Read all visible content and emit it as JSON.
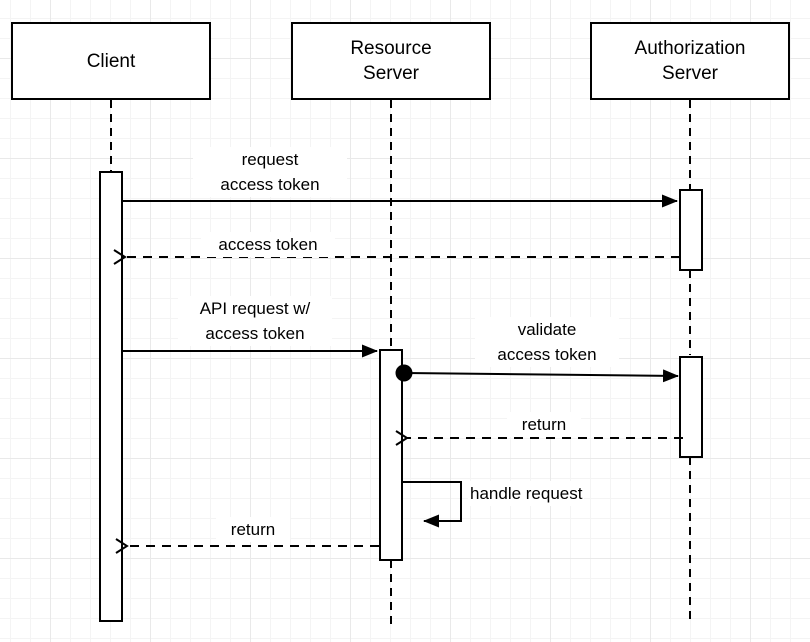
{
  "diagram": {
    "type": "uml-sequence",
    "colors": {
      "stroke": "#000000",
      "shape_fill": "#ffffff",
      "background": "#ffffff",
      "grid_minor": "#f4f4f4",
      "grid_major": "#e9e9e9"
    },
    "actors": [
      {
        "name": "Client",
        "lines": [
          "Client"
        ]
      },
      {
        "name": "Resource Server",
        "lines": [
          "Resource",
          "Server"
        ]
      },
      {
        "name": "Authorization Server",
        "lines": [
          "Authorization",
          "Server"
        ]
      }
    ],
    "messages": [
      {
        "from": "Client",
        "to": "Authorization Server",
        "style": "solid-sync",
        "lines": [
          "request",
          "access token"
        ]
      },
      {
        "from": "Authorization Server",
        "to": "Client",
        "style": "dashed-return",
        "lines": [
          "access token"
        ]
      },
      {
        "from": "Client",
        "to": "Resource Server",
        "style": "solid-sync",
        "lines": [
          "API request w/",
          "access token"
        ]
      },
      {
        "from": "Resource Server",
        "to": "Authorization Server",
        "style": "solid-sync-dot",
        "lines": [
          "validate",
          "access token"
        ]
      },
      {
        "from": "Authorization Server",
        "to": "Resource Server",
        "style": "dashed-return",
        "lines": [
          "return"
        ]
      },
      {
        "from": "Resource Server",
        "to": "Resource Server",
        "style": "self-loop",
        "lines": [
          "handle request"
        ]
      },
      {
        "from": "Resource Server",
        "to": "Client",
        "style": "dashed-return",
        "lines": [
          "return"
        ]
      }
    ]
  }
}
